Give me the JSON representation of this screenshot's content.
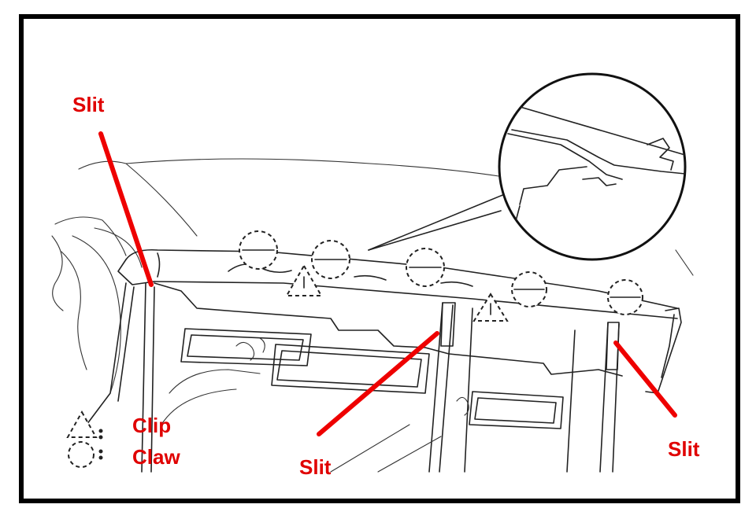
{
  "labels": {
    "slit_top_left": "Slit",
    "slit_bottom_center": "Slit",
    "slit_bottom_right": "Slit"
  },
  "legend": {
    "clip_label": "Clip",
    "claw_label": "Claw"
  },
  "colors": {
    "callout": "#ee0000",
    "line_art": "#222222",
    "frame": "#000000"
  }
}
